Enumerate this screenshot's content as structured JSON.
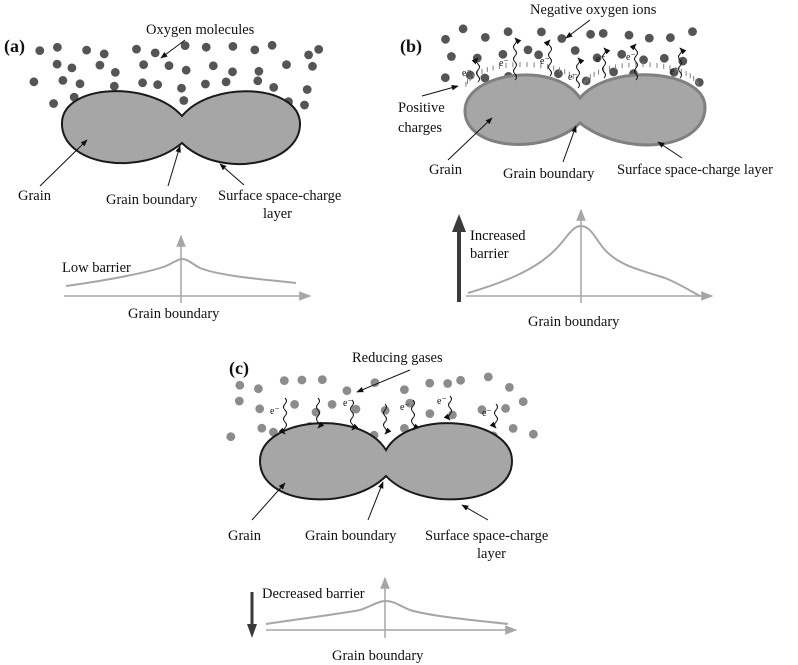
{
  "colors": {
    "grain_fill": "#a6a6a6",
    "grain_stroke": "#1a1a1a",
    "grain_stroke_b": "#808080",
    "dot_dark": "#555555",
    "dot_light": "#8c8c8c",
    "curve": "#a6a6a6",
    "axis": "#a6a6a6",
    "arrow_bar": "#3a3a3a"
  },
  "panel_a": {
    "tag": "(a)",
    "oxygen_label": "Oxygen molecules",
    "grain_label": "Grain",
    "boundary_label": "Grain boundary",
    "layer_label_line1": "Surface space-charge",
    "layer_label_line2": "layer",
    "barrier_label": "Low barrier",
    "axis_label": "Grain boundary"
  },
  "panel_b": {
    "tag": "(b)",
    "ions_label": "Negative oxygen ions",
    "positive_line1": "Positive",
    "positive_line2": "charges",
    "grain_label": "Grain",
    "boundary_label": "Grain boundary",
    "layer_label": "Surface space-charge layer",
    "barrier_line1": "Increased",
    "barrier_line2": "barrier",
    "axis_label": "Grain boundary",
    "electron": "e⁻"
  },
  "panel_c": {
    "tag": "(c)",
    "gases_label": "Reducing gases",
    "grain_label": "Grain",
    "boundary_label": "Grain boundary",
    "layer_label_line1": "Surface space-charge",
    "layer_label_line2": "layer",
    "barrier_label": "Decreased barrier",
    "axis_label": "Grain boundary",
    "electron": "e⁻"
  }
}
